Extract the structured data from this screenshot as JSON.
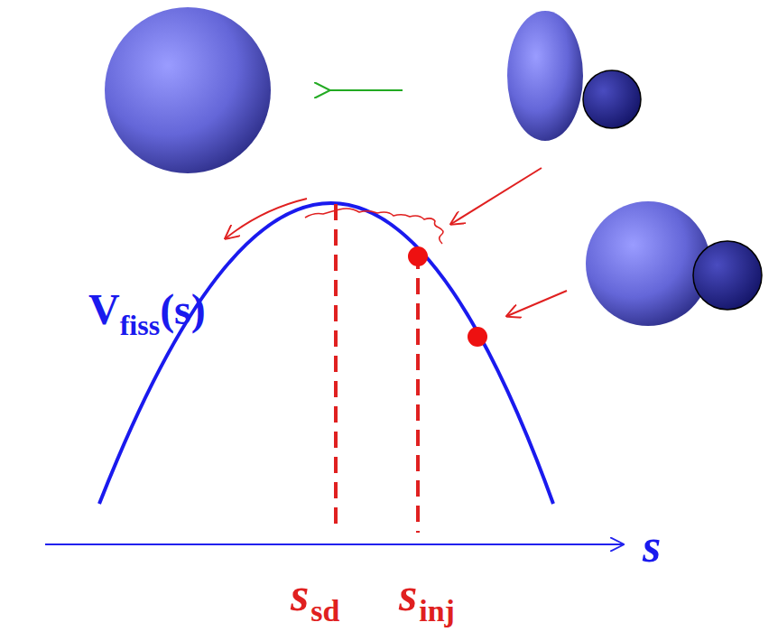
{
  "diagram": {
    "labels": [
      "V",
      "fiss",
      "(s)",
      "s",
      "s",
      "sd",
      "s",
      "inj"
    ]
  }
}
